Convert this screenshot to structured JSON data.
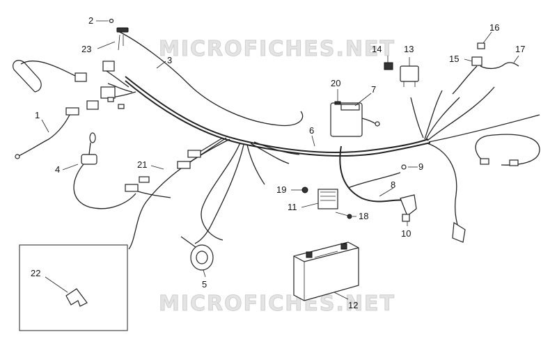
{
  "watermark": {
    "top": "MICROFICHES.NET",
    "bottom": "MICROFICHES.NET"
  },
  "callouts": [
    "1",
    "2",
    "3",
    "4",
    "5",
    "6",
    "7",
    "8",
    "9",
    "10",
    "11",
    "12",
    "13",
    "14",
    "15",
    "16",
    "17",
    "18",
    "19",
    "20",
    "21",
    "22",
    "23"
  ]
}
